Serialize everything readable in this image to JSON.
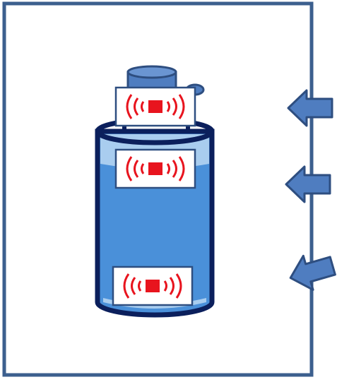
{
  "colors": {
    "frame_border": "#3C5F8E",
    "container_outline": "#0B1F5C",
    "liquid_fill": "#4A90D9",
    "liquid_highlight": "#A9CDEF",
    "cap_fill": "#4F7DC0",
    "cap_outline": "#2E4E80",
    "tag_border": "#2E4E80",
    "tag_signal": "#E8141E",
    "arrow_fill": "#4F7DC0",
    "arrow_outline": "#2E4E80"
  },
  "diagram": {
    "frame": {
      "icon": "rectangle-frame"
    },
    "container": {
      "icon": "cylindrical-bottle"
    },
    "cap": {
      "icon": "bottle-cap"
    },
    "tags": [
      {
        "id": "tag-cap",
        "icon": "rfid-tag-icon"
      },
      {
        "id": "tag-upper",
        "icon": "rfid-tag-icon"
      },
      {
        "id": "tag-bottom",
        "icon": "rfid-tag-icon"
      }
    ],
    "arrows": [
      {
        "id": "arrow-top",
        "icon": "left-arrow-icon"
      },
      {
        "id": "arrow-middle",
        "icon": "left-arrow-icon"
      },
      {
        "id": "arrow-bottom",
        "icon": "angled-left-arrow-icon"
      }
    ]
  }
}
